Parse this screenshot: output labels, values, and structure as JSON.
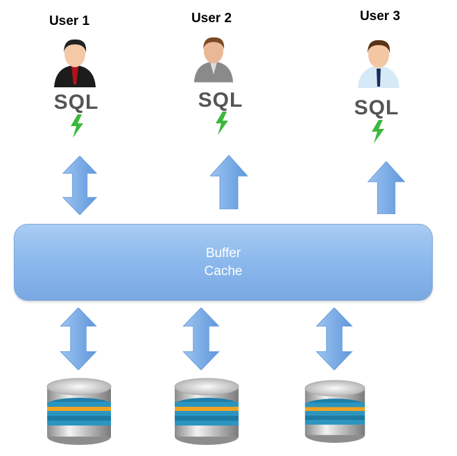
{
  "users": [
    {
      "label": "User 1",
      "query": "SQL",
      "arrow": "double-arrow"
    },
    {
      "label": "User 2",
      "query": "SQL",
      "arrow": "up-arrow"
    },
    {
      "label": "User 3",
      "query": "SQL",
      "arrow": "up-arrow"
    }
  ],
  "buffer": {
    "line1": "Buffer",
    "line2": "Cache"
  },
  "colors": {
    "arrow": "#7aaee8",
    "buffer": "#94bdee",
    "bolt": "#3cb83c",
    "sql": "#555555"
  }
}
